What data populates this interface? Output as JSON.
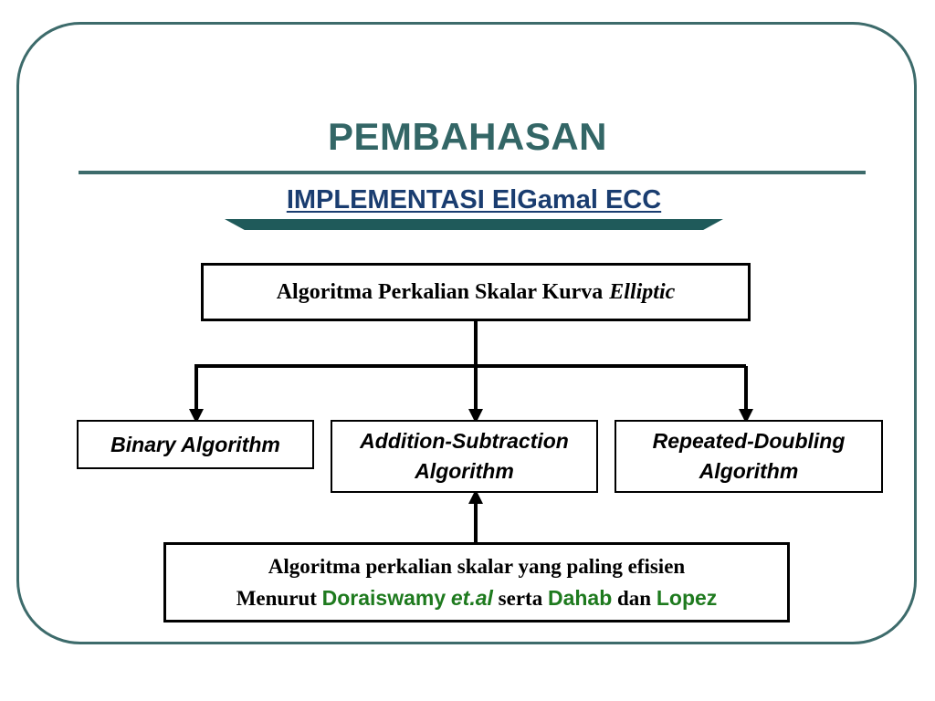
{
  "title": "PEMBAHASAN",
  "subtitle": "IMPLEMENTASI ElGamal ECC",
  "top_box": {
    "text": "Algoritma Perkalian Skalar Kurva",
    "emphasis": "Elliptic"
  },
  "algorithms": {
    "binary": "Binary Algorithm",
    "addsub_line1": "Addition-Subtraction",
    "addsub_line2": "Algorithm",
    "repeated_line1": "Repeated-Doubling",
    "repeated_line2": "Algorithm"
  },
  "bottom_box": {
    "line1": "Algoritma perkalian skalar yang paling efisien",
    "menurut": "Menurut",
    "author1": "Doraiswamy",
    "etal": "et.al",
    "serta": "serta",
    "author2": "Dahab",
    "dan": "dan",
    "author3": "Lopez"
  },
  "colors": {
    "frame": "#3d6b6b",
    "title": "#336666",
    "subtitle": "#1a3d70",
    "author_highlight": "#1e7a1e"
  }
}
